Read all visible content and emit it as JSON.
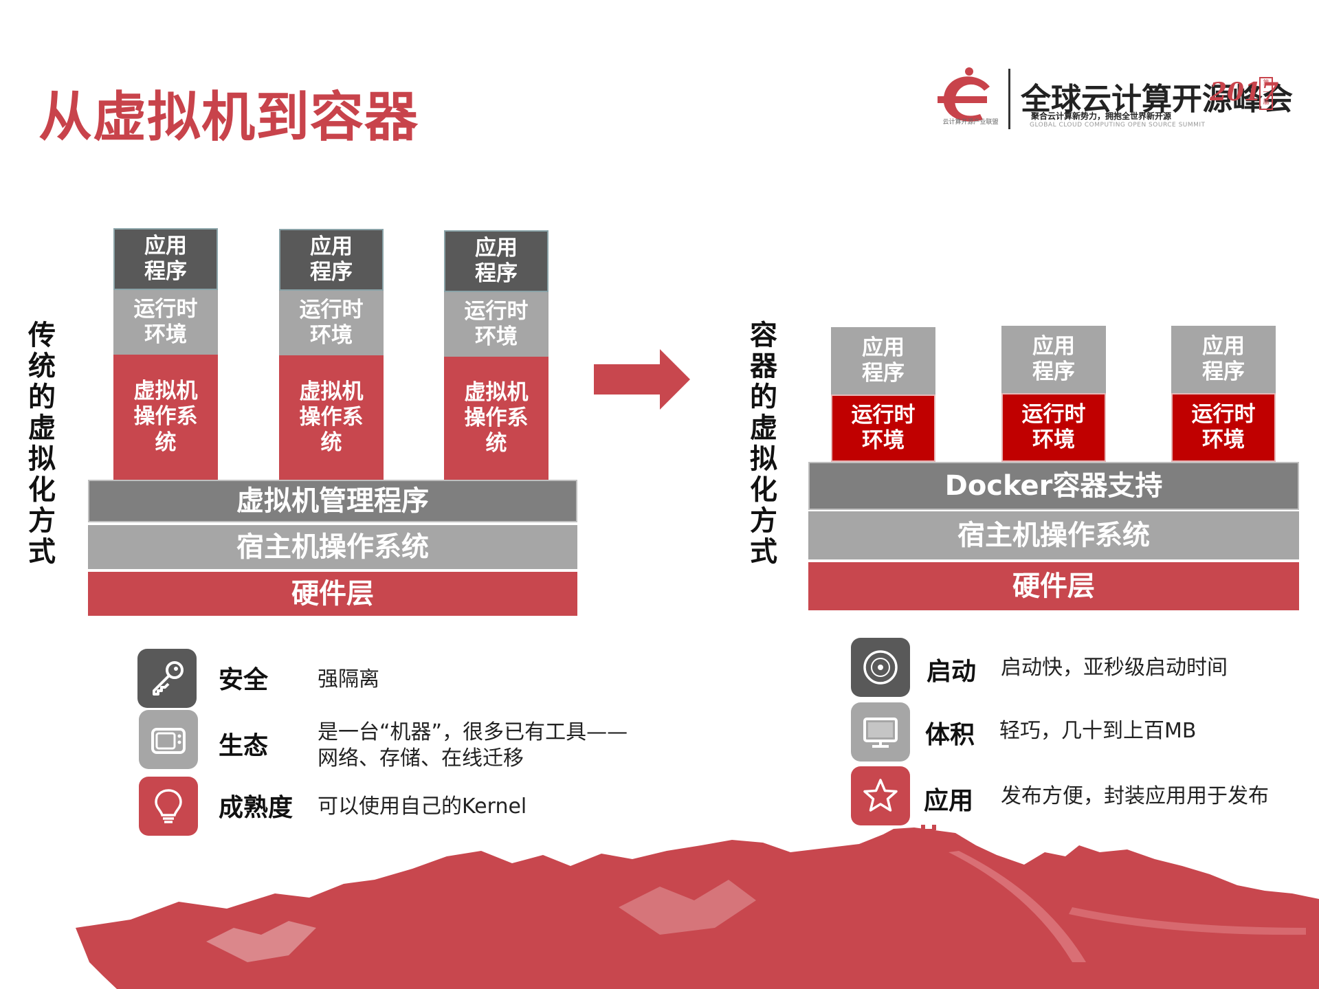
{
  "title": "从虚拟机到容器",
  "logo": {
    "main": "全球云计算开源峰会",
    "year": "2017",
    "tag": "第一届",
    "sub": "聚合云计算新势力，拥抱全世界新开源",
    "sub_en": "GLOBAL CLOUD COMPUTING OPEN SOURCE SUMMIT",
    "caption": "云计算开源产业联盟"
  },
  "left": {
    "vertical_label": [
      "传",
      "统",
      "的",
      "虚",
      "拟",
      "化",
      "方",
      "式"
    ],
    "columns": [
      {
        "app": "应用\n程序",
        "runtime": "运行时\n环境",
        "os": "虚拟机\n操作系\n统"
      },
      {
        "app": "应用\n程序",
        "runtime": "运行时\n环境",
        "os": "虚拟机\n操作系\n统"
      },
      {
        "app": "应用\n程序",
        "runtime": "运行时\n环境",
        "os": "虚拟机\n操作系\n统"
      }
    ],
    "layers": [
      "虚拟机管理程序",
      "宿主机操作系统",
      "硬件层"
    ]
  },
  "right": {
    "vertical_label": [
      "容",
      "器",
      "的",
      "虚",
      "拟",
      "化",
      "方",
      "式"
    ],
    "columns": [
      {
        "app": "应用\n程序",
        "runtime": "运行时\n环境"
      },
      {
        "app": "应用\n程序",
        "runtime": "运行时\n环境"
      },
      {
        "app": "应用\n程序",
        "runtime": "运行时\n环境"
      }
    ],
    "layers": [
      "Docker容器支持",
      "宿主机操作系统",
      "硬件层"
    ]
  },
  "features_left": [
    {
      "icon": "key-icon",
      "color": "#595959",
      "title": "安全",
      "desc": "强隔离",
      "desc2": ""
    },
    {
      "icon": "tv-icon",
      "color": "#a6a6a6",
      "title": "生态",
      "desc": "是一台“机器”，很多已有工具——",
      "desc2": "网络、存储、在线迁移"
    },
    {
      "icon": "lightbulb-icon",
      "color": "#c8474e",
      "title": "成熟度",
      "desc": "可以使用自己的Kernel",
      "desc2": ""
    }
  ],
  "features_right": [
    {
      "icon": "disc-icon",
      "color": "#595959",
      "title": "启动",
      "desc": "启动快，亚秒级启动时间"
    },
    {
      "icon": "monitor-icon",
      "color": "#a6a6a6",
      "title": "体积",
      "desc": "轻巧，几十到上百MB"
    },
    {
      "icon": "star-icon",
      "color": "#c8474e",
      "title": "应用",
      "desc": "发布方便，封装应用用于发布"
    }
  ]
}
